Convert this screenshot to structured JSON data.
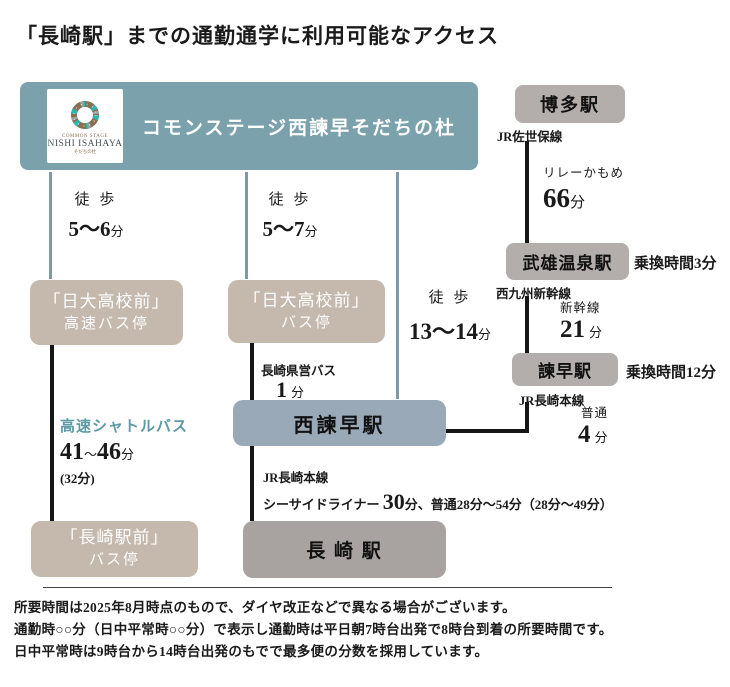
{
  "title": "「長崎駅」までの通勤通学に利用可能なアクセス",
  "colors": {
    "main_box": "#7ba2ac",
    "beige_box": "#c4b9ac",
    "gray_box": "#b3aeac",
    "nishi_isahaya_box": "#9aa9b7",
    "nagasaki_box": "#a8a3a1",
    "walk_line": "#7e99a6",
    "rail_line": "#161616",
    "shuttle_text": "#5d9aa4"
  },
  "origin": {
    "logo_top": "COMMON STAGE",
    "logo_name": "NISHI ISAHAYA",
    "logo_sub": "そだちの杜",
    "name": "コモンステージ西諫早そだちの杜"
  },
  "boxes": {
    "hakata": "博多駅",
    "takeo": "武雄温泉駅",
    "isahaya": "諫早駅",
    "nishi_isahaya": "西諫早駅",
    "nagasaki": "長 崎 駅",
    "expressbus_stop": {
      "l1": "「日大高校前」",
      "l2": "高速バス停"
    },
    "bus_stop": {
      "l1": "「日大高校前」",
      "l2": "バス停"
    },
    "ekimae_stop": {
      "l1": "「長崎駅前」",
      "l2": "バス停"
    }
  },
  "walks": {
    "left": {
      "mode": "徒 歩",
      "num": "5〜6",
      "unit": "分"
    },
    "mid": {
      "mode": "徒 歩",
      "num": "5〜7",
      "unit": "分"
    },
    "right": {
      "mode": "徒 歩",
      "num": "13〜14",
      "unit": "分"
    }
  },
  "routes": {
    "shuttle": {
      "name": "高速シャトルバス",
      "n1": "41",
      "tilde": "〜",
      "n2": "46",
      "unit": "分",
      "alt": "(32分)"
    },
    "kenei": {
      "name": "長崎県営バス",
      "num": "1",
      "unit": "分"
    },
    "sasebo": {
      "line": "JR佐世保線",
      "service": "リレーかもめ",
      "num": "66",
      "unit": "分"
    },
    "shinkansen": {
      "line": "西九州新幹線",
      "service": "新幹線",
      "num": "21",
      "unit": "分"
    },
    "local": {
      "line": "JR長崎本線",
      "service": "普通",
      "num": "4",
      "unit": "分"
    },
    "seaside": {
      "line": "JR長崎本線",
      "prefix": "シーサイドライナー",
      "num": "30",
      "suffix": "分、普通28分〜54分（28分〜49分）"
    },
    "transfer_takeo": "乗換時間3分",
    "transfer_isahaya": "乗換時間12分"
  },
  "notes": [
    "所要時間は2025年8月時点のもので、ダイヤ改正などで異なる場合がございます。",
    "通勤時○○分（日中平常時○○分）で表示し通勤時は平日朝7時台出発で8時台到着の所要時間です。",
    "日中平常時は9時台から14時台出発のもでで最多便の分数を採用しています。"
  ]
}
